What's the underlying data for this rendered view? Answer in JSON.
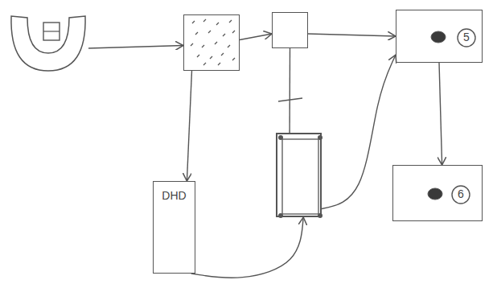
{
  "diagram": {
    "nodes": [
      {
        "text": []
      },
      {
        "text": []
      },
      {
        "text": []
      },
      {
        "text": []
      },
      {
        "text": [
          "5"
        ],
        "in": 3
      },
      {
        "text": [
          "DHD"
        ]
      },
      {
        "text": []
      },
      {
        "text": []
      },
      {
        "text": [
          "6"
        ],
        "in": 7
      }
    ],
    "edges": [
      {
        "from": 0,
        "to": 1,
        "arrow": "to"
      },
      {
        "from": 1,
        "to": 2,
        "arrow": "to"
      },
      {
        "from": 2,
        "to": 3,
        "arrow": "to"
      },
      {
        "from": 3,
        "to": 7,
        "arrow": "to"
      },
      {
        "from": 1,
        "to": 5,
        "arrow": "to"
      },
      {
        "from": 2,
        "to": 6,
        "arrow": "none"
      },
      {
        "from": 5,
        "to": 6,
        "arrow": "to"
      },
      {
        "from": 6,
        "to": 3,
        "arrow": "to"
      }
    ]
  }
}
